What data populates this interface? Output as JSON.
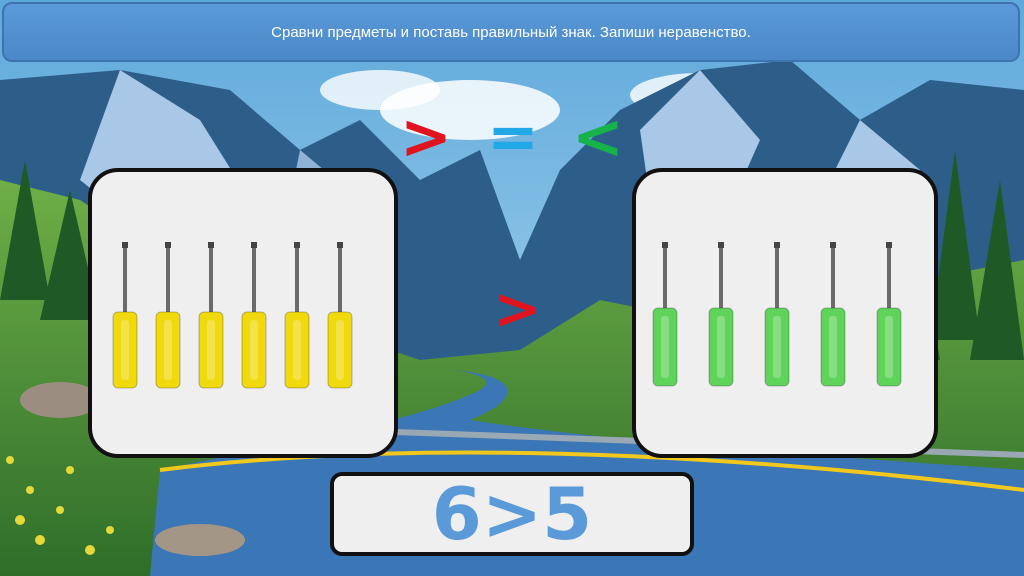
{
  "banner": {
    "instruction": "Сравни предметы и поставь правильный знак. Запиши неравенство."
  },
  "signs": {
    "greater": ">",
    "equal": "=",
    "less": "<"
  },
  "placed_sign": ">",
  "left_group": {
    "count": 6,
    "color": "#f0d90c",
    "item_icon": "screwdriver-icon"
  },
  "right_group": {
    "count": 5,
    "color": "#5fd35a",
    "item_icon": "screwdriver-icon"
  },
  "answer": {
    "text": "6>5"
  },
  "colors": {
    "banner": "#5b9ad8",
    "greater": "#e0141e",
    "equal": "#22a8e6",
    "less": "#17b24a",
    "answer_text": "#5b9ad8"
  }
}
